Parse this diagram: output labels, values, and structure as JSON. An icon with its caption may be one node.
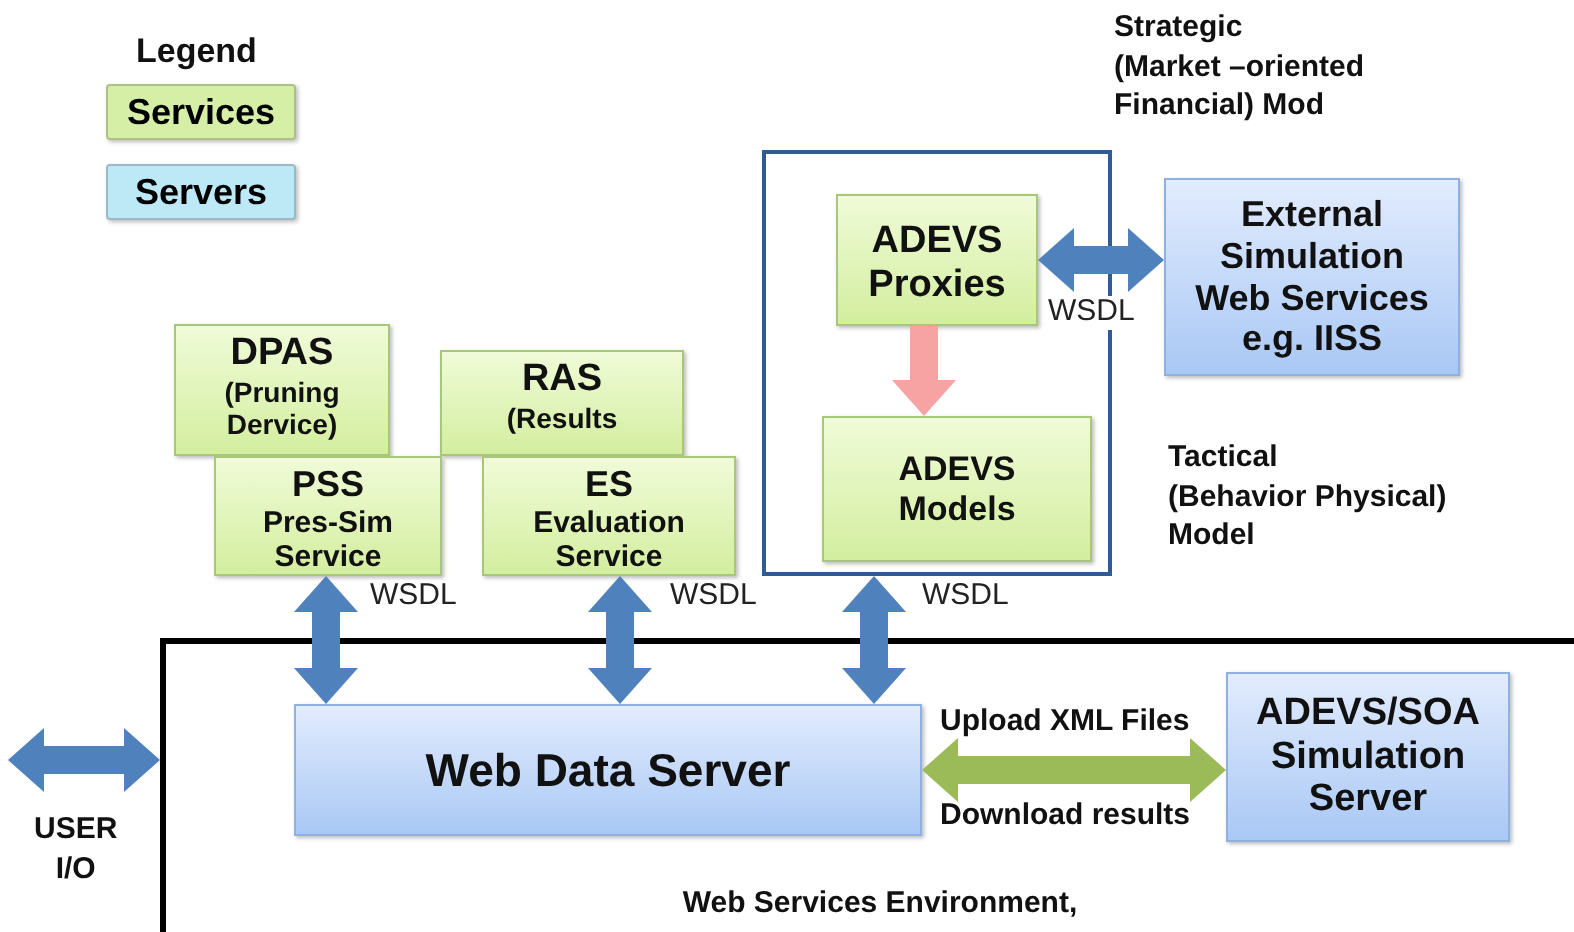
{
  "diagram": {
    "nodes": [
      {
        "text": [
          "DPAS",
          "(Pruning Dervice)"
        ]
      },
      {
        "text": [
          "RAS",
          "(Results"
        ]
      },
      {
        "text": [
          "PSS",
          "Pres-Sim Service"
        ]
      },
      {
        "text": [
          "ES",
          "Evaluation Service"
        ]
      },
      {
        "text": [],
        "shape": "box"
      },
      {
        "text": [
          "ADEVS Proxies"
        ],
        "in": 4
      },
      {
        "text": [
          "ADEVS Models"
        ],
        "in": 4
      },
      {
        "text": [
          "External Simulation Web Services e.g. IISS"
        ]
      },
      {
        "text": [
          "Web Services Environment,"
        ]
      },
      {
        "text": [
          "Web Data  Server"
        ],
        "in": 8
      },
      {
        "text": [
          "ADEVS/SOA Simulation Server"
        ],
        "in": 8
      }
    ],
    "edges": [
      {
        "from": 5,
        "to": 7,
        "arrow": "both",
        "label": "WSDL"
      },
      {
        "from": 5,
        "to": 6,
        "arrow": "to",
        "color": "#f7a3a3"
      },
      {
        "from": 2,
        "to": 9,
        "arrow": "both",
        "label": "WSDL"
      },
      {
        "from": 3,
        "to": 9,
        "arrow": "both",
        "label": "WSDL"
      },
      {
        "from": 4,
        "to": 9,
        "arrow": "both",
        "label": "WSDL"
      },
      {
        "from": 9,
        "to": 10,
        "arrow": "both",
        "color": "#9bbb59"
      },
      {
        "from": null,
        "to": 8,
        "arrow": "both"
      }
    ],
    "labels": [
      "Legend",
      "Strategic (Market –oriented Financial) Mod",
      "Tactical (Behavior  Physical) Model",
      "Upload XML Files",
      "Download results",
      "USER I/O"
    ],
    "legend": [
      {
        "text": "Services",
        "color": "#d6efa6"
      },
      {
        "text": "Servers",
        "color": "#bde8f6"
      }
    ]
  }
}
